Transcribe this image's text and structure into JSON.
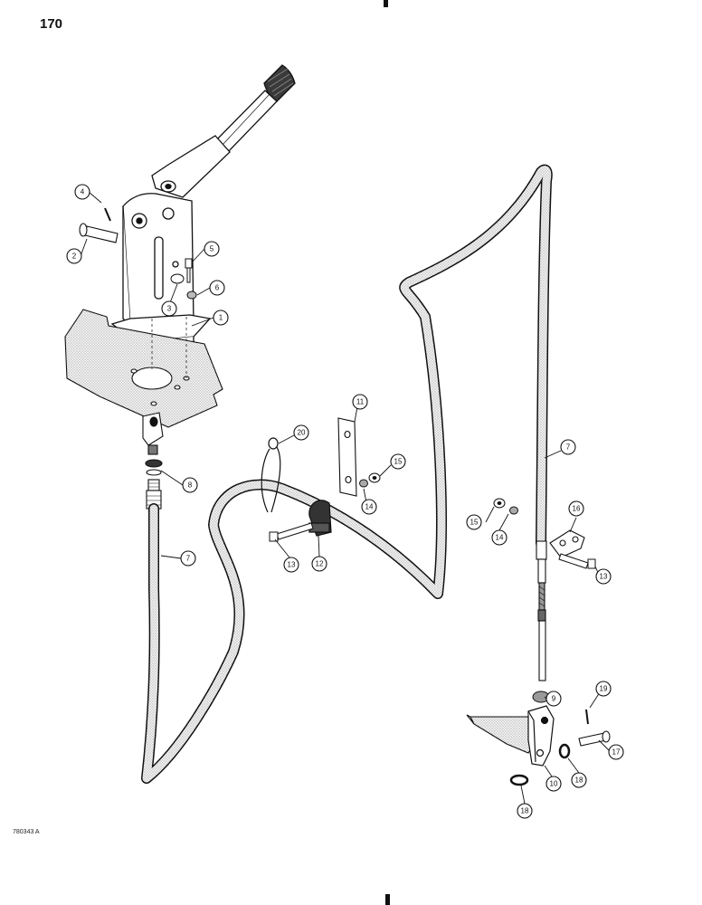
{
  "page_number": "170",
  "figure_id": "780343 A",
  "callouts": {
    "c1": "1",
    "c2": "2",
    "c3": "3",
    "c4": "4",
    "c5": "5",
    "c6": "6",
    "c7a": "7",
    "c7b": "7",
    "c8": "8",
    "c9": "9",
    "c10": "10",
    "c11": "11",
    "c12": "12",
    "c13a": "13",
    "c13b": "13",
    "c14a": "14",
    "c14b": "14",
    "c15a": "15",
    "c15b": "15",
    "c16": "16",
    "c17": "17",
    "c18a": "18",
    "c18b": "18",
    "c19": "19",
    "c20": "20"
  }
}
